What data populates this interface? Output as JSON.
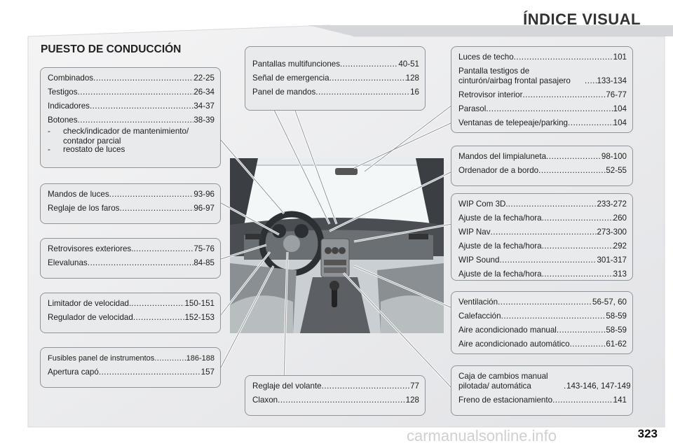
{
  "header": {
    "title": "ÍNDICE VISUAL"
  },
  "section": {
    "title": "PUESTO DE CONDUCCIÓN"
  },
  "boxes": {
    "combinados": {
      "rows": [
        {
          "label": "Combinados",
          "page": "22-25"
        },
        {
          "label": "Testigos",
          "page": "26-34"
        },
        {
          "label": "Indicadores",
          "page": "34-37"
        },
        {
          "label": "Botones",
          "page": "38-39"
        }
      ],
      "subitems": [
        {
          "dash": "-",
          "text": "check/indicador de mantenimiento/ contador parcial"
        },
        {
          "dash": "-",
          "text": "reostato de luces"
        }
      ]
    },
    "luces": {
      "rows": [
        {
          "label": "Mandos de luces",
          "page": "93-96"
        },
        {
          "label": "Reglaje de los faros",
          "page": "96-97"
        }
      ]
    },
    "retrovisores": {
      "rows": [
        {
          "label": "Retrovisores exteriores.",
          "page": "75-76"
        },
        {
          "label": "Elevalunas",
          "page": "84-85"
        }
      ]
    },
    "limitador": {
      "rows": [
        {
          "label": "Limitador de velocidad.",
          "page": "150-151"
        },
        {
          "label": "Regulador de velocidad",
          "page": "152-153"
        }
      ]
    },
    "fusibles": {
      "rows": [
        {
          "label": "Fusibles panel de instrumentos",
          "page": "186-188"
        },
        {
          "label": "Apertura capó",
          "page": "157"
        }
      ]
    },
    "pantallas": {
      "rows": [
        {
          "label": "Pantallas multifunciones",
          "page": "40-51"
        },
        {
          "label": "Señal de emergencia",
          "page": "128"
        },
        {
          "label": "Panel de mandos",
          "page": "16"
        }
      ]
    },
    "volante": {
      "rows": [
        {
          "label": "Reglaje del volante",
          "page": "77"
        },
        {
          "label": "Claxon",
          "page": "128"
        }
      ]
    },
    "techo": {
      "rows": [
        {
          "label": "Luces de techo",
          "page": "101"
        },
        {
          "label": "Pantalla testigos de cinturón/airbag frontal pasajero",
          "page": "133-134"
        },
        {
          "label": "Retrovisor interior",
          "page": "76-77"
        },
        {
          "label": "Parasol",
          "page": "104"
        },
        {
          "label": "Ventanas de telepeaje/parking",
          "page": "104"
        }
      ]
    },
    "limpia": {
      "rows": [
        {
          "label": "Mandos del limpialuneta",
          "page": "98-100"
        },
        {
          "label": "Ordenador de a bordo",
          "page": "52-55"
        }
      ]
    },
    "wip": {
      "rows": [
        {
          "label": "WIP Com 3D.",
          "page": "233-272"
        },
        {
          "label": "Ajuste de la fecha/hora",
          "page": "260"
        },
        {
          "label": "WIP Nav",
          "page": "273-300"
        },
        {
          "label": "Ajuste de la fecha/hora",
          "page": "292"
        },
        {
          "label": "WIP Sound",
          "page": "301-317"
        },
        {
          "label": "Ajuste de la fecha/hora",
          "page": "313"
        }
      ]
    },
    "ventilacion": {
      "rows": [
        {
          "label": "Ventilación",
          "page": "56-57, 60"
        },
        {
          "label": "Calefacción",
          "page": "58-59"
        },
        {
          "label": "Aire acondicionado manual",
          "page": "58-59"
        },
        {
          "label": "Aire acondicionado automático",
          "page": "61-62"
        }
      ]
    },
    "caja": {
      "rows": [
        {
          "label": "Caja de cambios manual pilotada/ automática",
          "page": "143-146, 147-149"
        },
        {
          "label": "Freno de estacionamiento",
          "page": "141"
        }
      ]
    }
  },
  "footer": {
    "page_number": "323",
    "watermark": "carmanualsonline.info"
  },
  "colors": {
    "box_fill": "#e9eaec",
    "box_border": "#8f949a",
    "title": "#333333"
  }
}
